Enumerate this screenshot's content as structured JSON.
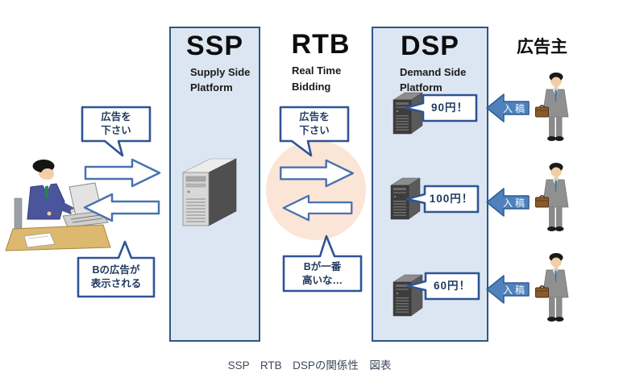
{
  "caption": {
    "text": "SSP　RTB　DSPの関係性　図表"
  },
  "advertiser": {
    "heading": "広告主"
  },
  "ssp": {
    "title": "SSP",
    "subtitle": "Supply Side\nPlatform"
  },
  "rtb": {
    "title": "RTB",
    "subtitle": "Real Time\nBidding"
  },
  "dsp": {
    "title": "DSP",
    "subtitle": "Demand Side\nPlatform"
  },
  "bubbles": {
    "user_request": "広告を\n下さい",
    "user_result": "Bの広告が\n表示される",
    "rtb_request": "広告を\n下さい",
    "rtb_decision": "Bが一番\n高いな…",
    "bids": [
      "90円！",
      "100円！",
      "60円！"
    ]
  },
  "arrows": {
    "submit_label": "入稿"
  },
  "colors": {
    "panel_fill": "#dce6f2",
    "panel_border": "#2e5786",
    "bubble_border": "#2f5496",
    "bubble_text": "#1f3a5f",
    "outline_arrow_border": "#4a72b0",
    "submit_arrow_fill": "#4f81bd",
    "highlight_circle": "#fbe5d6"
  }
}
